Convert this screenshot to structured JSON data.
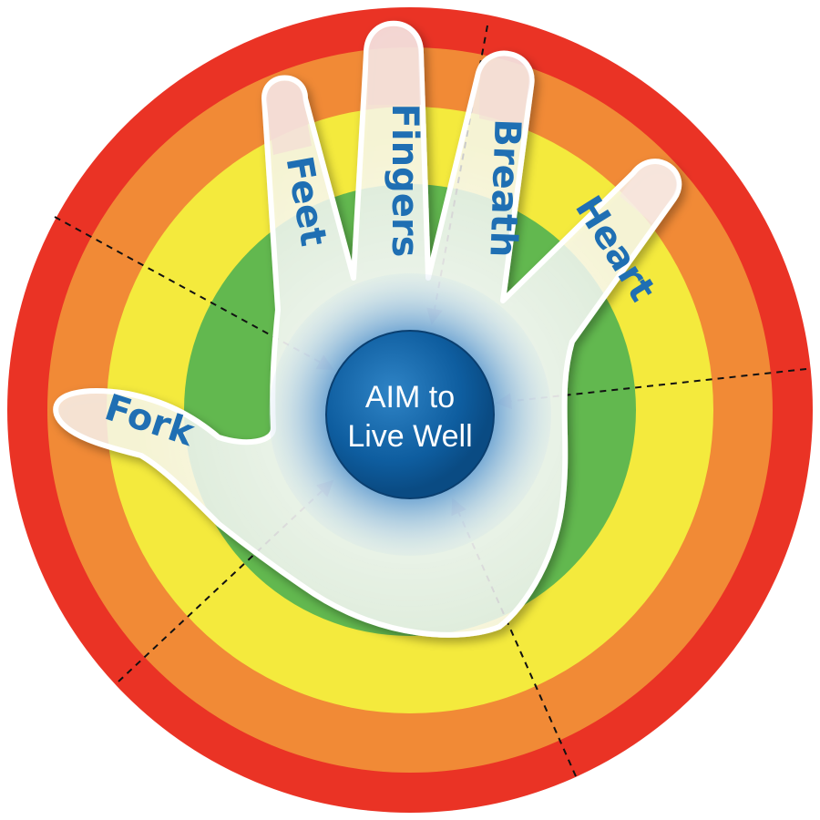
{
  "center": {
    "line1": "AIM to",
    "line2": "Live Well"
  },
  "fingers": {
    "thumb": "Fork",
    "index": "Feet",
    "middle": "Fingers",
    "ring": "Breath",
    "pinky": "Heart"
  },
  "colors": {
    "ring_red": "#ea3325",
    "ring_orange": "#f18a36",
    "ring_yellow": "#f4ea3d",
    "ring_green": "#62b84f",
    "center_blue": "#0d5e9e",
    "label_blue": "#1f6fb3"
  }
}
